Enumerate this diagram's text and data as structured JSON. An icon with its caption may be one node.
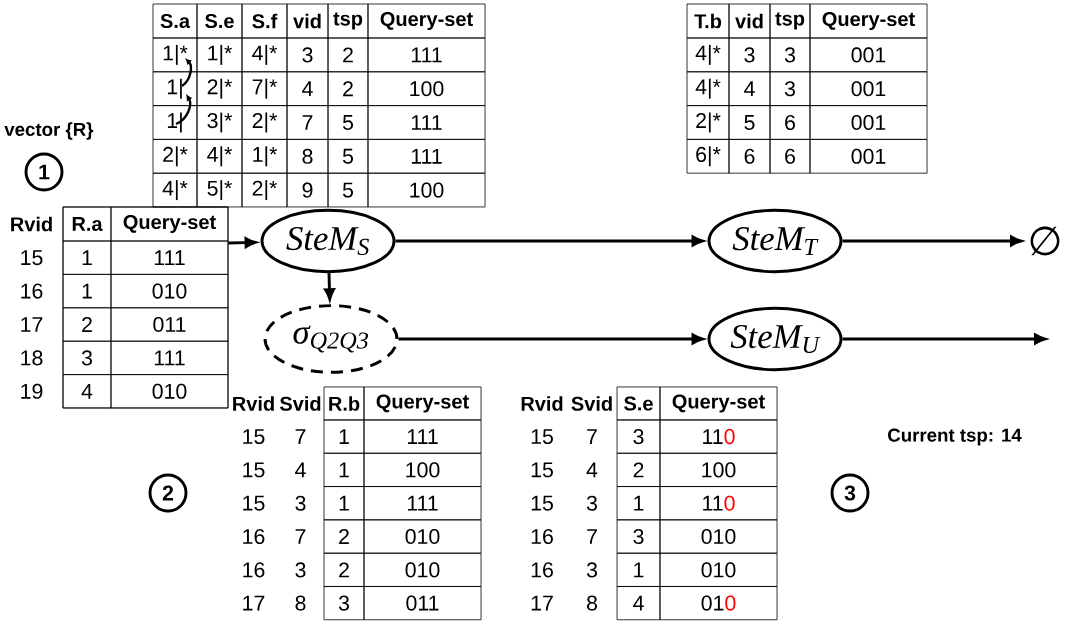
{
  "diagram": {
    "nodes": [
      {
        "text": [
          "1"
        ]
      },
      {
        "text": [
          "SteM$_{S}$"
        ]
      },
      {
        "text": [
          "SteM$_{T}$"
        ]
      },
      {
        "text": [
          "∅"
        ]
      },
      {
        "text": [
          "σ$_{Q2Q3}$"
        ]
      },
      {
        "text": [
          "SteM$_{U}$"
        ]
      },
      {
        "text": [
          "2"
        ]
      },
      {
        "text": [
          "3"
        ]
      },
      {
        "text": [],
        "shape": "box"
      }
    ],
    "edges": [
      {
        "from": 8,
        "to": 1,
        "arrow": "to"
      },
      {
        "from": 1,
        "to": 2,
        "arrow": "to"
      },
      {
        "from": 2,
        "to": 3,
        "arrow": "to"
      },
      {
        "from": 1,
        "to": 4,
        "arrow": "to"
      },
      {
        "from": 4,
        "to": 5,
        "arrow": "to"
      },
      {
        "from": 5,
        "to": null,
        "arrow": "to"
      }
    ],
    "labels": [
      "vector {R}",
      "S.a",
      "S.e",
      "S.f",
      "vid",
      "tsp",
      "Query-set",
      "1|*",
      "1|*",
      "4|*",
      "3",
      "2",
      "111",
      "1|",
      "2|*",
      "7|*",
      "4",
      "2",
      "100",
      "1|",
      "3|*",
      "2|*",
      "7",
      "5",
      "111",
      "2|*",
      "4|*",
      "1|*",
      "8",
      "5",
      "111",
      "4|*",
      "5|*",
      "2|*",
      "9",
      "5",
      "100",
      "T.b",
      "vid",
      "tsp",
      "Query-set",
      "4|*",
      "3",
      "3",
      "001",
      "4|*",
      "4",
      "3",
      "001",
      "2|*",
      "5",
      "6",
      "001",
      "6|*",
      "6",
      "6",
      "001",
      "Rvid",
      "R.a",
      "Query-set",
      "15",
      "1",
      "111",
      "16",
      "1",
      "010",
      "17",
      "2",
      "011",
      "18",
      "3",
      "111",
      "19",
      "4",
      "010",
      "Rvid",
      "Svid",
      "R.b",
      "Query-set",
      "15",
      "7",
      "1",
      "111",
      "15",
      "4",
      "1",
      "100",
      "15",
      "3",
      "1",
      "111",
      "16",
      "7",
      "2",
      "010",
      "16",
      "3",
      "2",
      "010",
      "17",
      "8",
      "3",
      "011",
      "Rvid",
      "Svid",
      "S.e",
      "Query-set",
      "15",
      "7",
      "3",
      "11",
      "0",
      "15",
      "4",
      "2",
      "100",
      "15",
      "3",
      "1",
      "11",
      "0",
      "16",
      "7",
      "3",
      "010",
      "16",
      "3",
      "1",
      "010",
      "17",
      "8",
      "4",
      "01",
      "0",
      "Current tsp: 14"
    ]
  }
}
